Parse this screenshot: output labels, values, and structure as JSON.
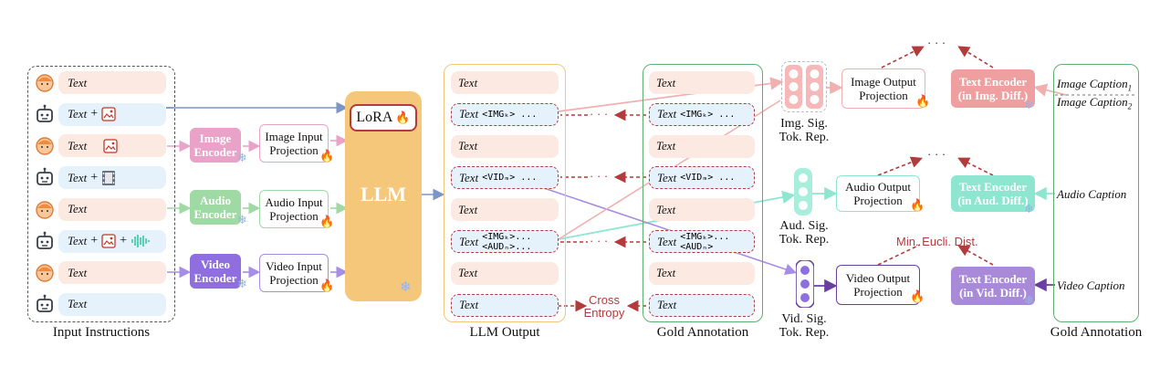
{
  "input": {
    "caption": "Input Instructions",
    "rows": [
      {
        "role": "user",
        "text": "Text",
        "icons": [],
        "plus": false
      },
      {
        "role": "bot",
        "text": "Text",
        "icons": [
          "image-icon"
        ],
        "plus": true
      },
      {
        "role": "user",
        "text": "Text",
        "icons": [
          "image-icon"
        ],
        "plus": false
      },
      {
        "role": "bot",
        "text": "Text",
        "icons": [
          "video-icon"
        ],
        "plus": true
      },
      {
        "role": "user",
        "text": "Text",
        "icons": [],
        "plus": false
      },
      {
        "role": "bot",
        "text": "Text",
        "icons": [
          "image-icon",
          "audio-icon"
        ],
        "plus": true
      },
      {
        "role": "user",
        "text": "Text",
        "icons": [],
        "plus": false
      },
      {
        "role": "bot",
        "text": "Text",
        "icons": [],
        "plus": false
      }
    ],
    "plus": "+"
  },
  "encoders": {
    "image": "Image Encoder",
    "audio": "Audio Encoder",
    "video": "Video Encoder"
  },
  "input_proj": {
    "image": "Image Input Projection",
    "audio": "Audio Input Projection",
    "video": "Video Input Projection"
  },
  "llm": {
    "label": "LLM",
    "lora": "LoRA"
  },
  "llm_output": {
    "caption": "LLM Output",
    "rows": [
      {
        "text": "Text",
        "tokens": "",
        "dashed": false
      },
      {
        "text": "Text",
        "tokens": "<IMGₖ> ...",
        "dashed": true
      },
      {
        "text": "Text",
        "tokens": "",
        "dashed": false
      },
      {
        "text": "Text",
        "tokens": "<VIDₘ> ...",
        "dashed": true
      },
      {
        "text": "Text",
        "tokens": "",
        "dashed": false
      },
      {
        "text": "Text",
        "tokens": "<IMGₖ>...<AUDₙ>...",
        "dashed": true
      },
      {
        "text": "Text",
        "tokens": "",
        "dashed": false
      },
      {
        "text": "Text",
        "tokens": "",
        "dashed": true
      }
    ]
  },
  "gold_mid": {
    "caption": "Gold Annotation",
    "rows": [
      {
        "text": "Text",
        "tokens": "",
        "dashed": false
      },
      {
        "text": "Text",
        "tokens": "<IMGₖ> ...",
        "dashed": true
      },
      {
        "text": "Text",
        "tokens": "",
        "dashed": false
      },
      {
        "text": "Text",
        "tokens": "<VIDₘ> ...",
        "dashed": true
      },
      {
        "text": "Text",
        "tokens": "",
        "dashed": false
      },
      {
        "text": "Text",
        "tokens": "<IMGₖ>...<AUDₙ>",
        "dashed": true
      },
      {
        "text": "Text",
        "tokens": "",
        "dashed": false
      },
      {
        "text": "Text",
        "tokens": "",
        "dashed": true
      }
    ]
  },
  "ellipsis": "· · ·",
  "cross_entropy": "Cross Entropy",
  "signal": {
    "img": "Img. Sig. Tok. Rep.",
    "aud": "Aud. Sig. Tok. Rep.",
    "vid": "Vid. Sig. Tok. Rep."
  },
  "output_proj": {
    "image": "Image Output Projection",
    "audio": "Audio Output Projection",
    "video": "Video Output Projection"
  },
  "text_encoders": {
    "img": "Text Encoder (in Img. Diff.)",
    "aud": "Text Encoder (in Aud. Diff.)",
    "vid": "Text Encoder (in Vid. Diff.)"
  },
  "min_dist": "Min. Eucli. Dist.",
  "gold_right": {
    "caption": "Gold Annotation",
    "image_caption_1": "Image Caption",
    "image_caption_1_sub": "1",
    "image_caption_2": "Image Caption",
    "image_caption_2_sub": "2",
    "audio_caption": "Audio Caption",
    "video_caption": "Video Caption"
  },
  "colors": {
    "image": "#e9a3c9",
    "audio": "#9fd9a3",
    "video": "#8f6fe0",
    "llm": "#f4c77a",
    "red": "#b23b3b",
    "pink_row": "#fbe9e2",
    "blue_row": "#e6f2fb",
    "text_enc_img": "#ef9f9f",
    "text_enc_aud": "#8fe6d0",
    "text_enc_vid": "#a98ad9"
  }
}
